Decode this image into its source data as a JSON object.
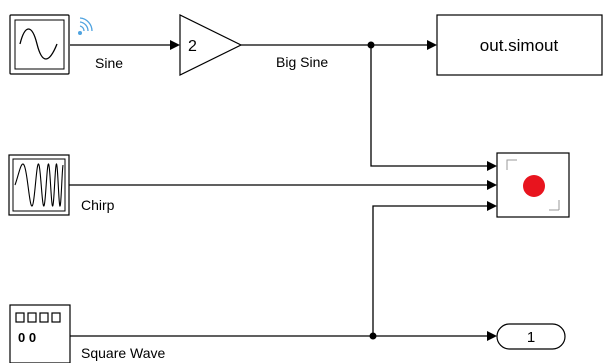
{
  "blocks": {
    "sine": {
      "label": "Sine"
    },
    "gain": {
      "value": "2"
    },
    "chirp": {
      "label": "Chirp"
    },
    "pulse": {
      "label": "Square Wave",
      "icon_bits_top": "▯▯▯▯",
      "icon_bits_bottom": "0 0"
    },
    "to_workspace": {
      "text": "out.simout"
    },
    "record": {
      "indicator_color": "#e8141e"
    },
    "outport": {
      "number": "1"
    }
  },
  "signals": {
    "big_sine": {
      "label": "Big Sine"
    }
  },
  "colors": {
    "line": "#000000",
    "block_border": "#000000",
    "background": "#ffffff",
    "wireless_icon": "#4fa3e0",
    "record_dot": "#e8141e"
  },
  "icons": {
    "sine_block": "sine-wave-icon",
    "chirp_block": "chirp-wave-icon",
    "pulse_block": "pulse-generator-icon",
    "record_block": "record-icon",
    "streaming": "wireless-icon"
  }
}
